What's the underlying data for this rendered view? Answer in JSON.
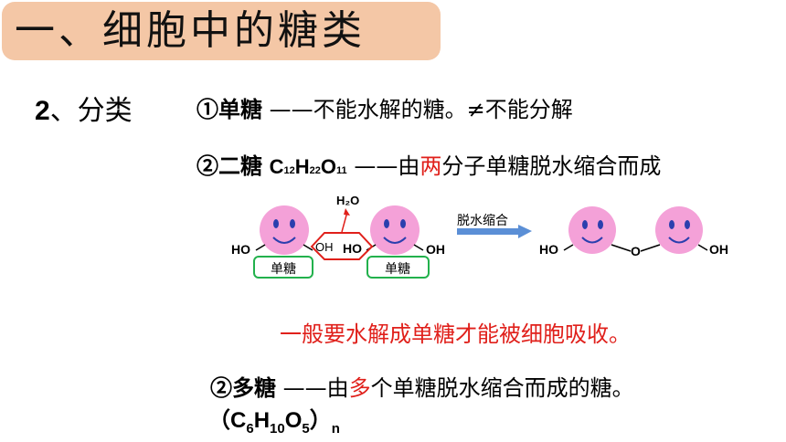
{
  "title": "一、细胞中的糖类",
  "section": {
    "number": "2",
    "label": "、分类"
  },
  "mono": {
    "marker": "①",
    "name": "单糖",
    "desc": " ——不能水解的糖。≠不能分解"
  },
  "di": {
    "marker": "②",
    "name": "二糖",
    "formula": {
      "c": "C",
      "c_n": "12",
      "h": "H",
      "h_n": "22",
      "o": "O",
      "o_n": "11"
    },
    "desc_pre": " ——由",
    "desc_red": "两",
    "desc_post": "分子单糖脱水缩合而成"
  },
  "diagram": {
    "water": "H₂O",
    "arrow_label": "脱水缩合",
    "ho": "HO",
    "oh": "OH",
    "o": "O",
    "box_label": "单糖",
    "ring_colors": {
      "face": "#f4a1d8",
      "eye": "#2b3fae",
      "box": "#22b14c",
      "hex": "#e0201b",
      "arrow": "#5b8fd6"
    }
  },
  "note": "一般要水解成单糖才能被细胞吸收。",
  "poly": {
    "marker": "②",
    "name": "多糖",
    "desc_pre": "  ——由",
    "desc_red": "多",
    "desc_post": "个单糖脱水缩合而成的糖。"
  },
  "poly_formula": {
    "open": "（",
    "c": "C",
    "c_n": "6",
    "h": "H",
    "h_n": "10",
    "o": "O",
    "o_n": "5",
    "close": "）",
    "n": "n"
  }
}
